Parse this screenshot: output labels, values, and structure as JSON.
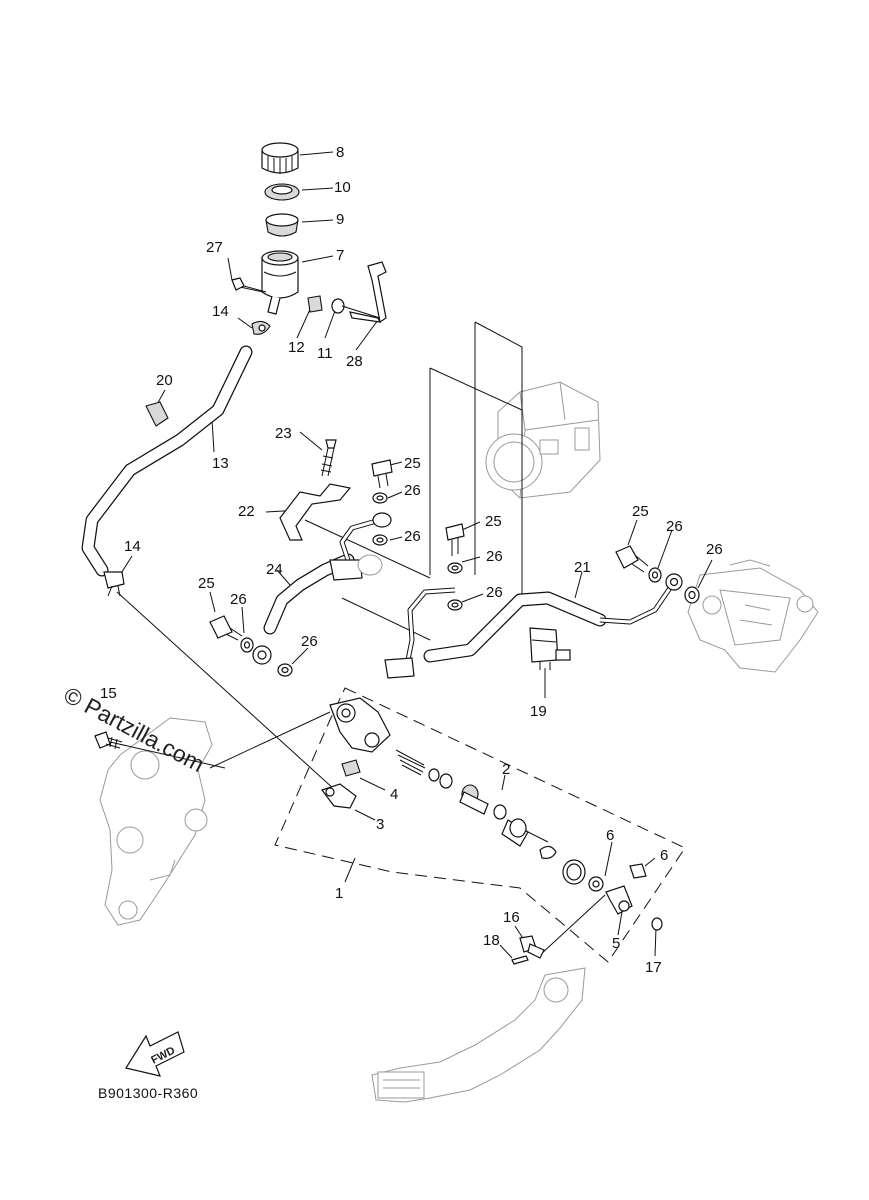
{
  "labels": {
    "n1": "1",
    "n2": "2",
    "n3": "3",
    "n4": "4",
    "n5": "5",
    "n6a": "6",
    "n6b": "6",
    "n7": "7",
    "n8": "8",
    "n9": "9",
    "n10": "10",
    "n11": "11",
    "n12": "12",
    "n13": "13",
    "n14a": "14",
    "n14b": "14",
    "n15": "15",
    "n16": "16",
    "n17": "17",
    "n18": "18",
    "n19": "19",
    "n20": "20",
    "n21": "21",
    "n22": "22",
    "n23": "23",
    "n24": "24",
    "n25a": "25",
    "n25b": "25",
    "n25c": "25",
    "n25d": "25",
    "n26a": "26",
    "n26b": "26",
    "n26c": "26",
    "n26d": "26",
    "n26e": "26",
    "n26f": "26",
    "n26g": "26",
    "n26h": "26",
    "n27": "27",
    "n28": "28"
  },
  "watermark": "© Partzilla.com",
  "fwd_label": "FWD",
  "diagram_code": "B901300-R360"
}
